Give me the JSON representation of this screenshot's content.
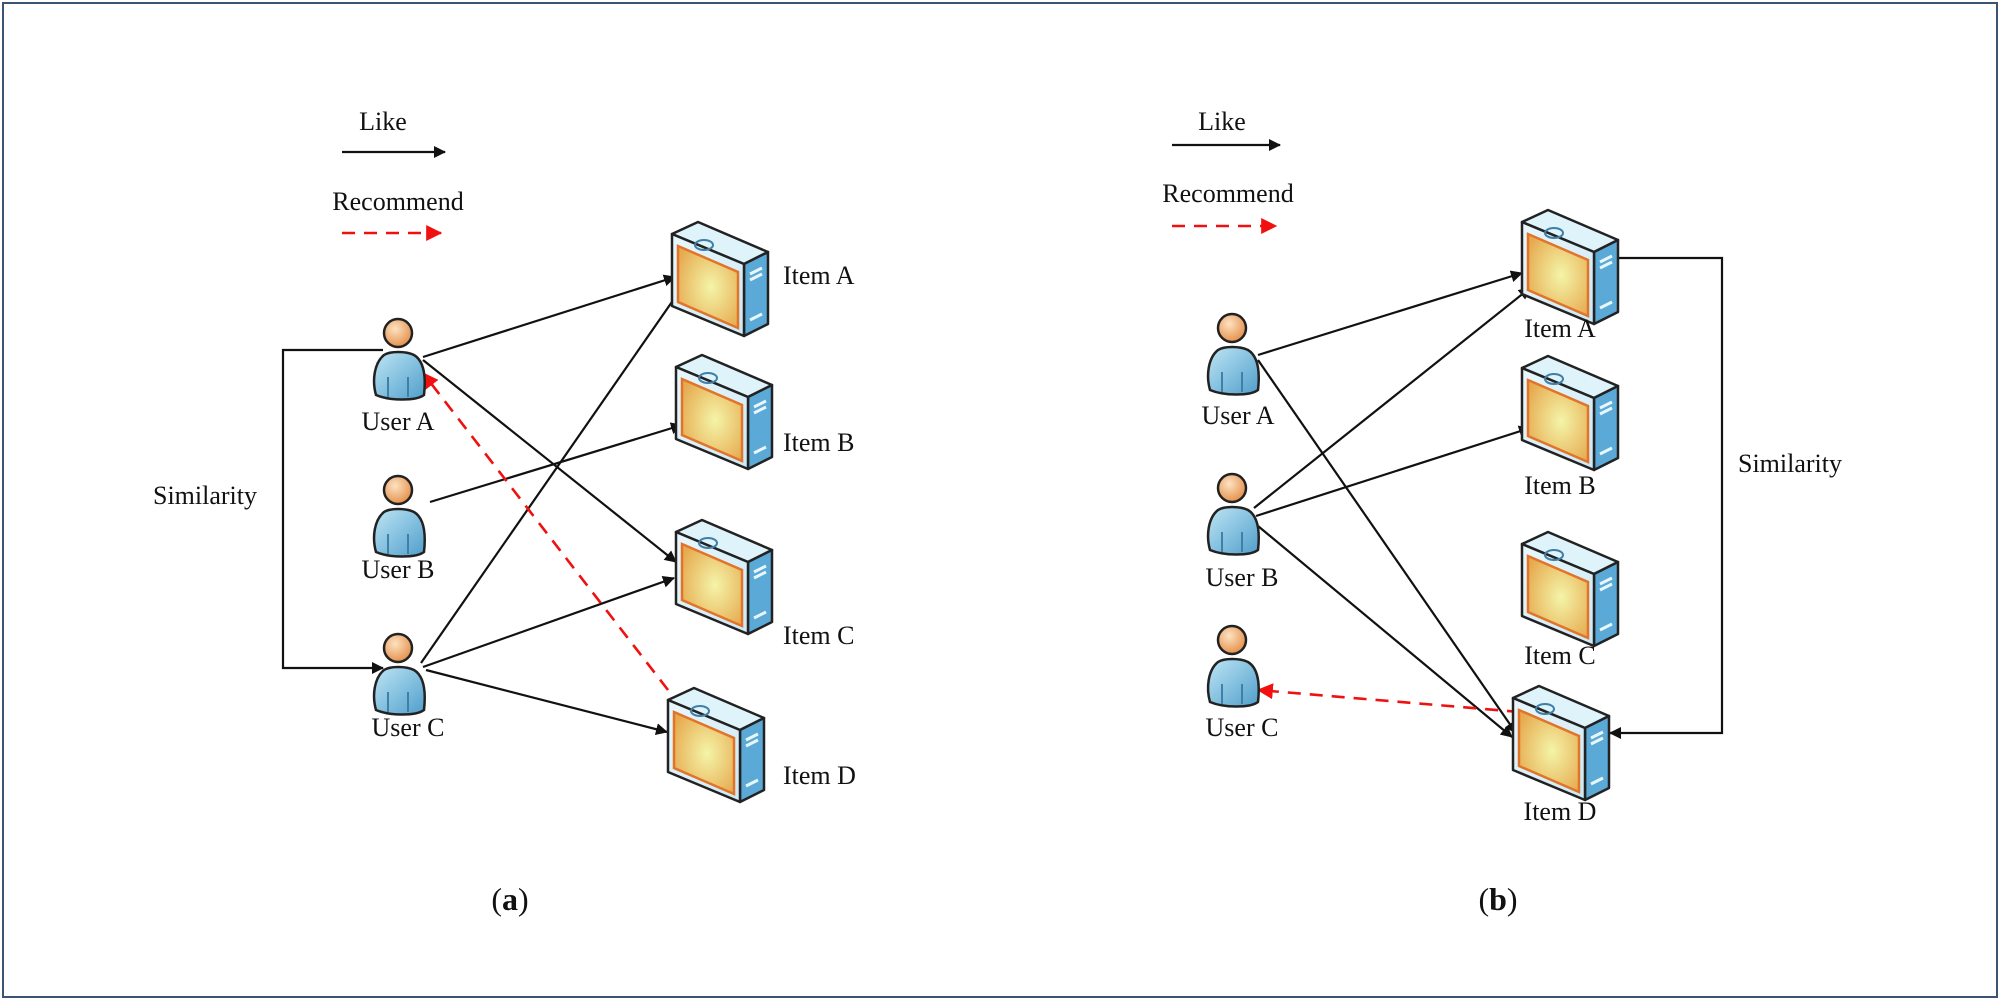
{
  "figure": {
    "panels": [
      {
        "id": "a",
        "caption_letter": "a",
        "legend": {
          "like_label": "Like",
          "recommend_label": "Recommend"
        },
        "similarity_label": "Similarity",
        "similarity_between": "users",
        "users": [
          {
            "id": "userA",
            "label": "User A"
          },
          {
            "id": "userB",
            "label": "User B"
          },
          {
            "id": "userC",
            "label": "User C"
          }
        ],
        "items": [
          {
            "id": "itemA",
            "label": "Item A"
          },
          {
            "id": "itemB",
            "label": "Item B"
          },
          {
            "id": "itemC",
            "label": "Item C"
          },
          {
            "id": "itemD",
            "label": "Item D"
          }
        ],
        "like_edges": [
          [
            "userA",
            "itemA"
          ],
          [
            "userA",
            "itemC"
          ],
          [
            "userB",
            "itemB"
          ],
          [
            "userC",
            "itemA"
          ],
          [
            "userC",
            "itemC"
          ],
          [
            "userC",
            "itemD"
          ]
        ],
        "similarity_edges": [
          [
            "userA",
            "userC"
          ]
        ],
        "recommend_edges": [
          [
            "itemD",
            "userA"
          ]
        ]
      },
      {
        "id": "b",
        "caption_letter": "b",
        "legend": {
          "like_label": "Like",
          "recommend_label": "Recommend"
        },
        "similarity_label": "Similarity",
        "similarity_between": "items",
        "users": [
          {
            "id": "userA",
            "label": "User A"
          },
          {
            "id": "userB",
            "label": "User B"
          },
          {
            "id": "userC",
            "label": "User C"
          }
        ],
        "items": [
          {
            "id": "itemA",
            "label": "Item A"
          },
          {
            "id": "itemB",
            "label": "Item B"
          },
          {
            "id": "itemC",
            "label": "Item C"
          },
          {
            "id": "itemD",
            "label": "Item D"
          }
        ],
        "like_edges": [
          [
            "userA",
            "itemA"
          ],
          [
            "userA",
            "itemD"
          ],
          [
            "userB",
            "itemA"
          ],
          [
            "userB",
            "itemB"
          ],
          [
            "userB",
            "itemD"
          ]
        ],
        "similarity_edges": [
          [
            "itemA",
            "itemD"
          ]
        ],
        "recommend_edges": [
          [
            "itemD",
            "userC"
          ]
        ]
      }
    ],
    "colors": {
      "like": "#111111",
      "recommend": "#f01010",
      "frame": "#3a5572",
      "user_body": "#7ec3e0",
      "user_head": "#f2b27a",
      "item_screen": "#f3d27a",
      "item_side": "#5aa9d6"
    },
    "icons": {
      "user": "user-icon",
      "item": "item-server-icon"
    }
  }
}
